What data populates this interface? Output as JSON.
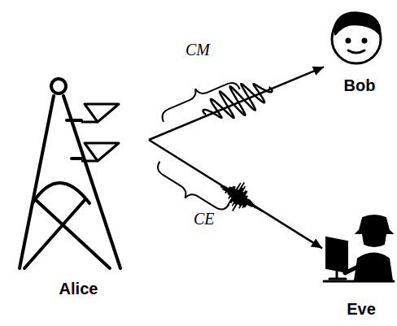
{
  "diagram": {
    "nodes": [
      {
        "text": [
          "Alice"
        ]
      },
      {
        "text": [
          "Bob"
        ]
      },
      {
        "text": [
          "Eve"
        ]
      }
    ],
    "edges": [
      {
        "from": 0,
        "to": 1,
        "arrow": "to",
        "label": "CM"
      },
      {
        "from": 0,
        "to": 2,
        "arrow": "to",
        "label": "CE"
      }
    ]
  }
}
